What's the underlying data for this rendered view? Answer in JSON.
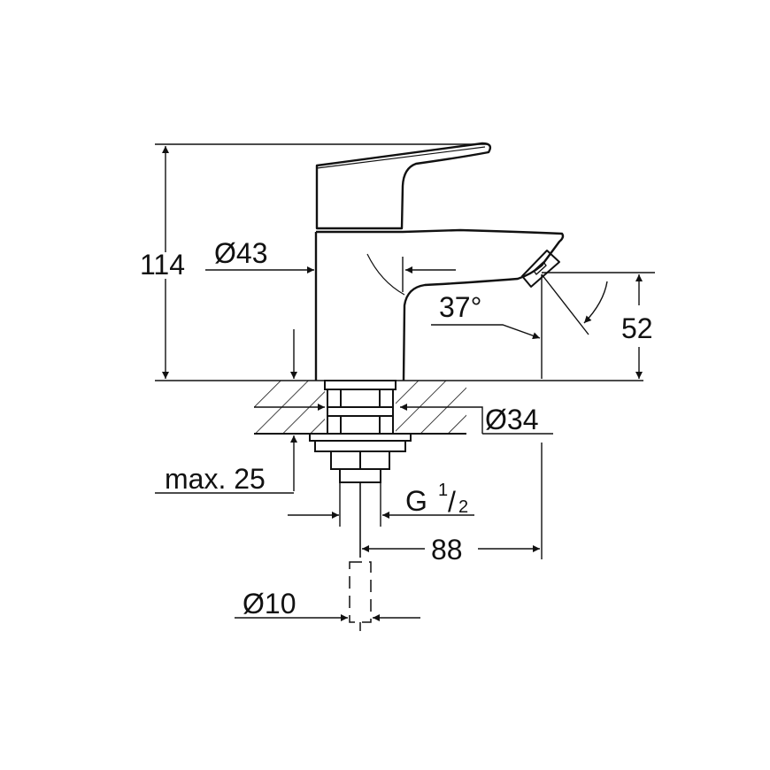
{
  "drawing": {
    "subject": "Single-lever basin tap, side view, dimensional drawing",
    "units": "mm",
    "line_color": "#111111",
    "background": "#ffffff"
  },
  "dimensions": {
    "overall_height": "114",
    "body_diameter": "Ø43",
    "spout_angle": "37°",
    "spout_height": "52",
    "hole_diameter": "Ø34",
    "max_counter_thickness": "max. 25",
    "thread_G": "G",
    "thread_num": "1",
    "thread_den": "2",
    "reach": "88",
    "supply_pipe_diameter": "Ø10"
  }
}
